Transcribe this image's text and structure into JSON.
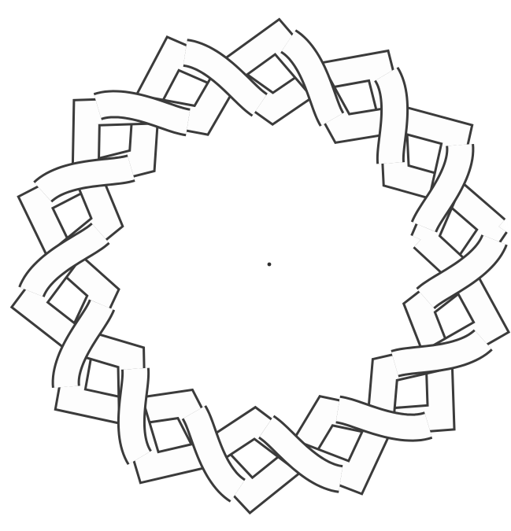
{
  "drawing": {
    "subject": "braided-torus-knot",
    "style": "pencil-line-drawing",
    "lobes": 7,
    "strands": 2,
    "paper_color": "#ffffff",
    "line_color": "#3a3a3a",
    "tube_fill_color": "#fdfdfd",
    "shade_color": "#e9e9e9"
  }
}
